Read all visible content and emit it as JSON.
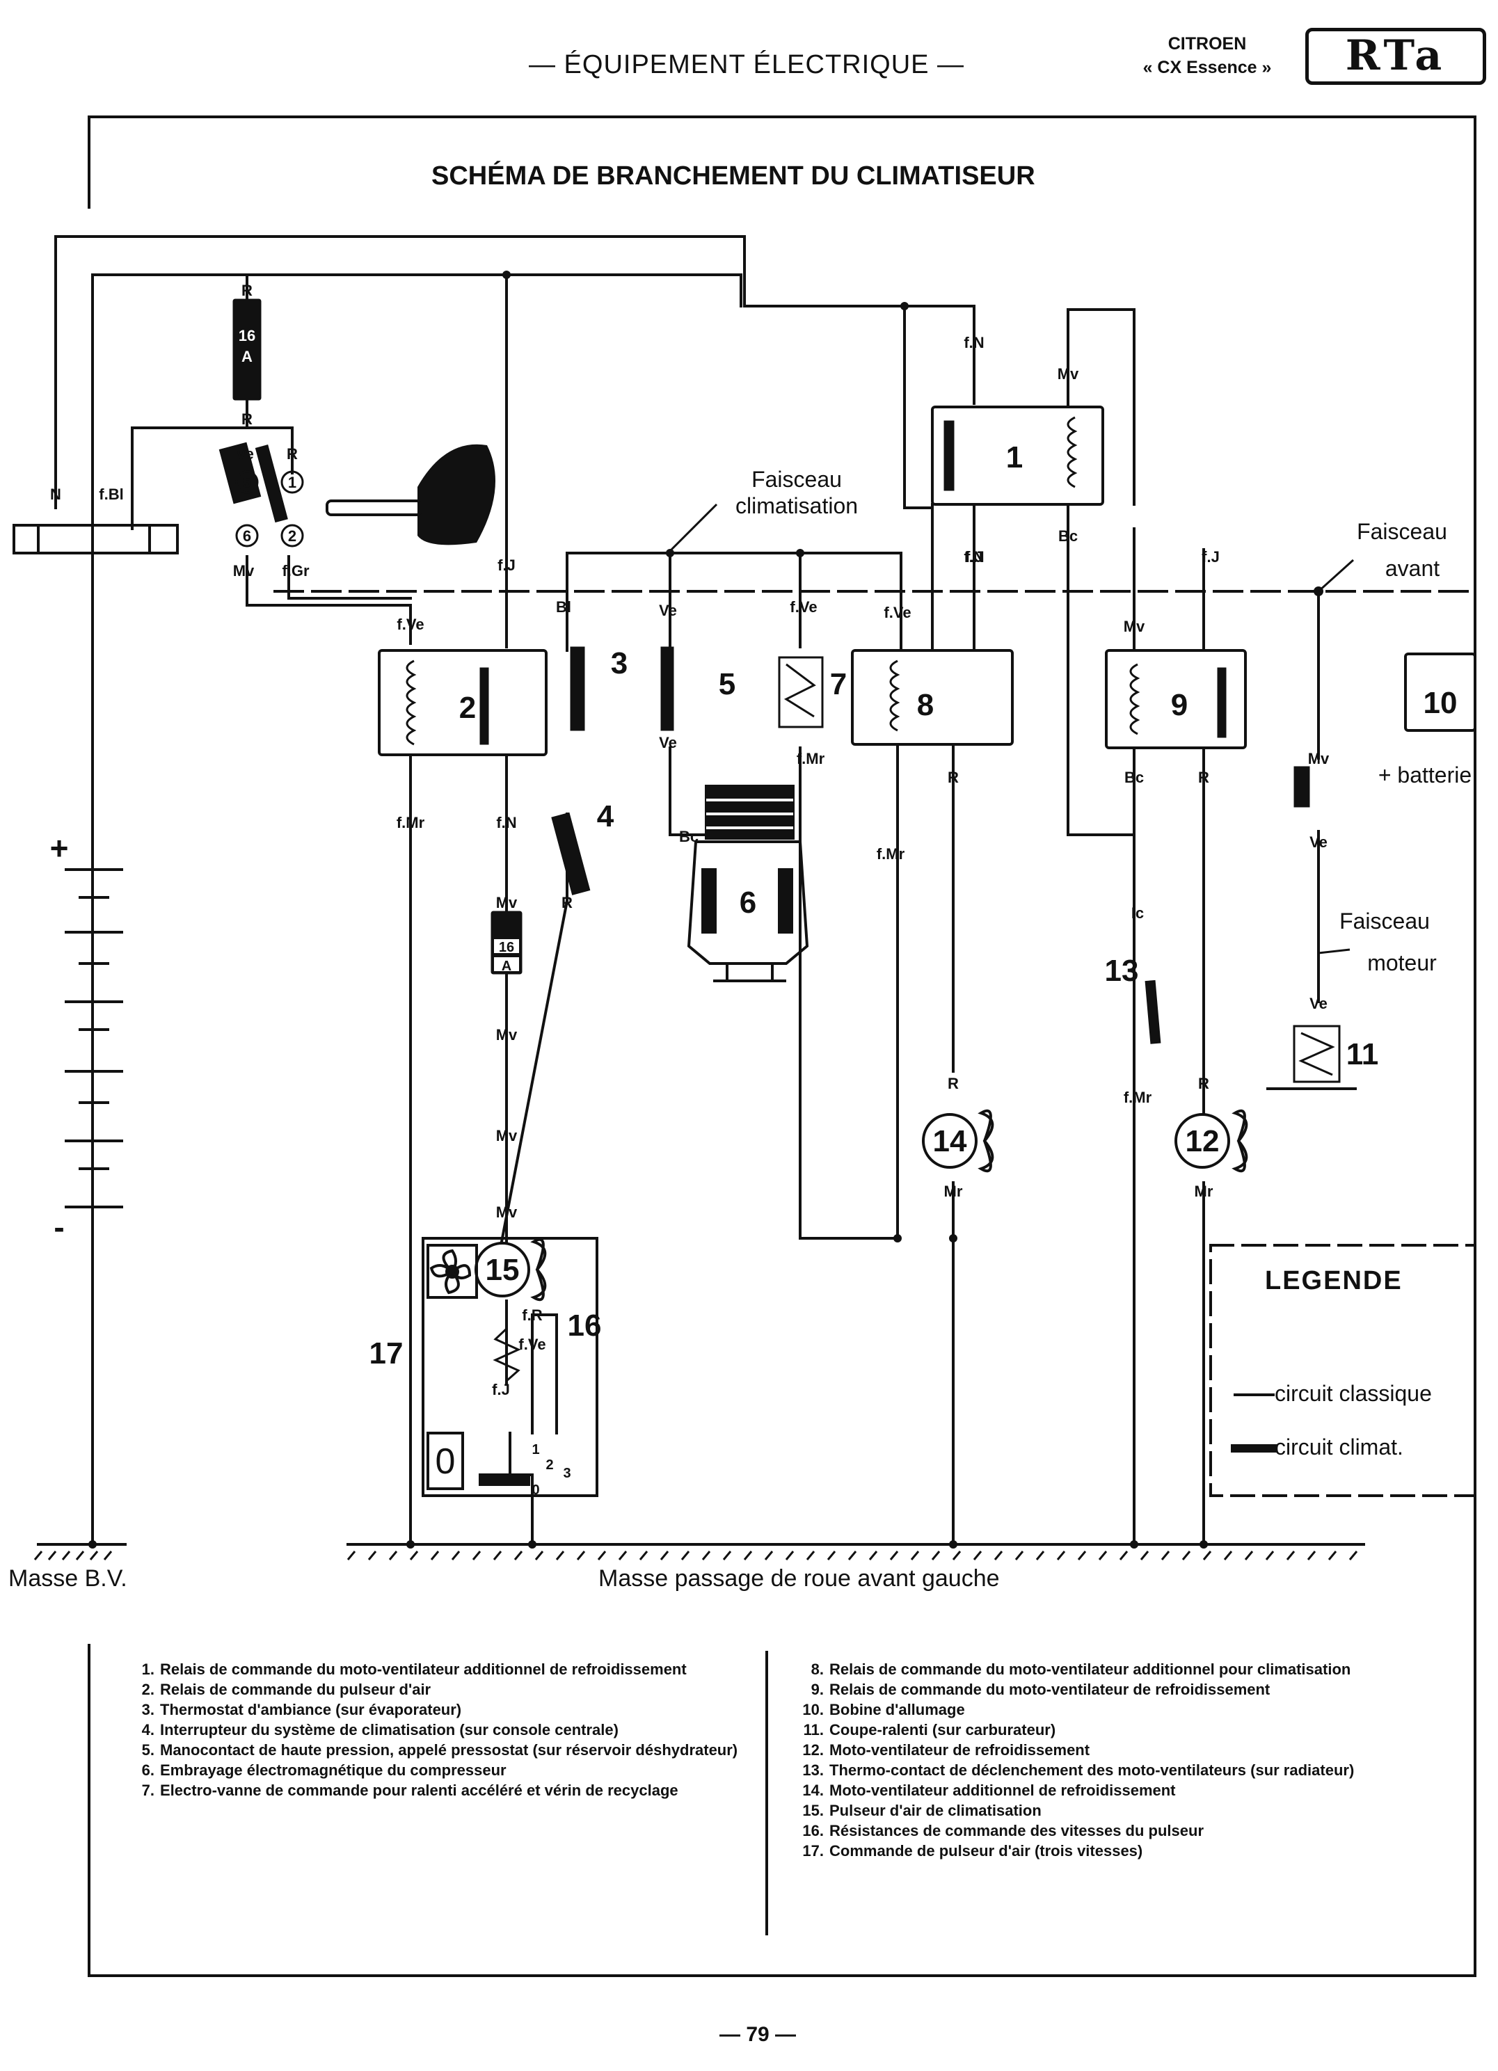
{
  "header": {
    "section_title": "— ÉQUIPEMENT ÉLECTRIQUE —",
    "brand_line1": "CITROEN",
    "brand_line2": "« CX Essence »",
    "logo": "RTa"
  },
  "diagram": {
    "title": "SCHÉMA DE BRANCHEMENT DU CLIMATISEUR",
    "harness_labels": {
      "clim_line1": "Faisceau",
      "clim_line2": "climatisation",
      "avant_line1": "Faisceau",
      "avant_line2": "avant",
      "moteur_line1": "Faisceau",
      "moteur_line2": "moteur"
    },
    "battery_label": "+ batterie",
    "plus": "+",
    "minus": "-",
    "masse_bv": "Masse B.V.",
    "masse_roue": "Masse passage de roue avant gauche",
    "fuse_text_top": "16",
    "fuse_text_bottom": "A",
    "wire_labels": {
      "R": "R",
      "N": "N",
      "fBl": "f.Bl",
      "Ve": "Ve",
      "Mv": "Mv",
      "fGr": "f.Gr",
      "fJ": "f.J",
      "fVe": "f.Ve",
      "Bl": "Bl",
      "fMr": "f.Mr",
      "fN": "f.N",
      "Bc": "Bc",
      "Mr": "Mr",
      "fR": "f.R",
      "Ic": "Ic"
    },
    "component_numbers": [
      "1",
      "2",
      "3",
      "4",
      "5",
      "6",
      "7",
      "8",
      "9",
      "10",
      "11",
      "12",
      "13",
      "14",
      "15",
      "16",
      "17"
    ],
    "switch_marks": {
      "s5": "5",
      "s6": "6",
      "s1": "1",
      "s2": "2"
    },
    "selector": {
      "zero": "0",
      "pos": [
        "1",
        "2",
        "3"
      ],
      "o": "0"
    }
  },
  "legend": {
    "title": "LEGENDE",
    "classic": "circuit classique",
    "clim": "circuit climat."
  },
  "components_left": [
    {
      "n": "1.",
      "text": "Relais de commande du moto-ventilateur additionnel de refroidissement"
    },
    {
      "n": "2.",
      "text": "Relais de commande du pulseur d'air"
    },
    {
      "n": "3.",
      "text": "Thermostat d'ambiance (sur évaporateur)"
    },
    {
      "n": "4.",
      "text": "Interrupteur du système de climatisation (sur console centrale)"
    },
    {
      "n": "5.",
      "text": "Manocontact de haute pression, appelé pressostat (sur réservoir déshydrateur)"
    },
    {
      "n": "6.",
      "text": "Embrayage électromagnétique du compresseur"
    },
    {
      "n": "7.",
      "text": "Electro-vanne de commande pour ralenti accéléré et vérin de recyclage"
    }
  ],
  "components_right": [
    {
      "n": "8.",
      "text": "Relais de commande du moto-ventilateur additionnel pour climatisation"
    },
    {
      "n": "9.",
      "text": "Relais de commande du moto-ventilateur de refroidissement"
    },
    {
      "n": "10.",
      "text": "Bobine d'allumage"
    },
    {
      "n": "11.",
      "text": "Coupe-ralenti (sur carburateur)"
    },
    {
      "n": "12.",
      "text": "Moto-ventilateur de refroidissement"
    },
    {
      "n": "13.",
      "text": "Thermo-contact de déclenchement des moto-ventilateurs (sur radiateur)"
    },
    {
      "n": "14.",
      "text": "Moto-ventilateur additionnel de refroidissement"
    },
    {
      "n": "15.",
      "text": "Pulseur d'air de climatisation"
    },
    {
      "n": "16.",
      "text": "Résistances de commande des vitesses du pulseur"
    },
    {
      "n": "17.",
      "text": "Commande de pulseur d'air (trois vitesses)"
    }
  ],
  "footer": {
    "page": "— 79 —"
  },
  "icons": [
    "key-icon",
    "fan-icon",
    "ground-icon"
  ]
}
